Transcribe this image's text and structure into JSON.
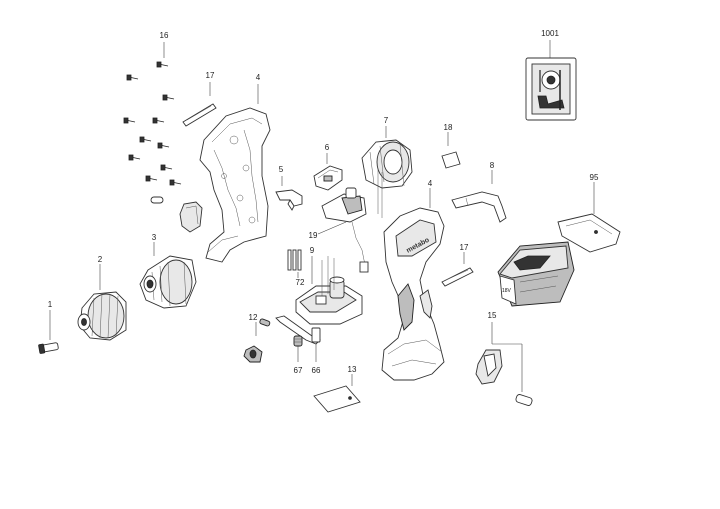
{
  "callouts": {
    "c1": "1",
    "c2": "2",
    "c3": "3",
    "c4a": "4",
    "c4b": "4",
    "c5": "5",
    "c6": "6",
    "c7": "7",
    "c8": "8",
    "c9": "9",
    "c12": "12",
    "c13": "13",
    "c15": "15",
    "c16": "16",
    "c17a": "17",
    "c17b": "17",
    "c18": "18",
    "c19": "19",
    "c66": "66",
    "c67": "67",
    "c72": "72",
    "c95": "95",
    "c1001": "1001"
  },
  "battery_label": "18V",
  "brand_mark": "metabo"
}
